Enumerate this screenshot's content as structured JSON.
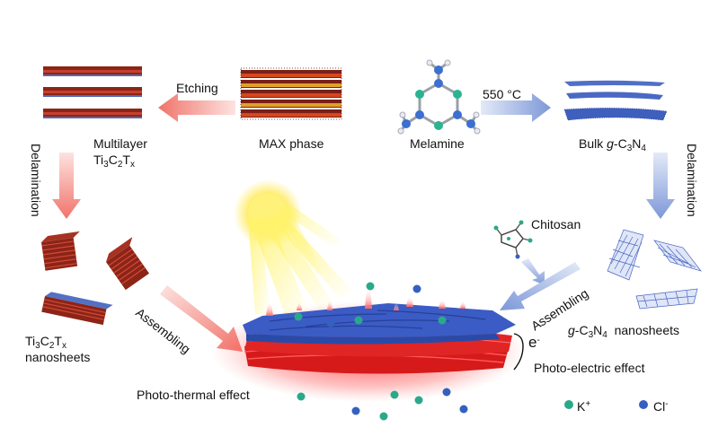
{
  "labels": {
    "etching": "Etching",
    "max_phase": "MAX phase",
    "melamine": "Melamine",
    "temperature": "550 °C",
    "bulk_prefix": "Bulk ",
    "bulk_g": "g",
    "bulk_rest": "-C",
    "bulk_sub1": "3",
    "bulk_n": "N",
    "bulk_sub2": "4",
    "multilayer": "Multilayer",
    "ti": "Ti",
    "ti_sub1": "3",
    "c": "C",
    "c_sub": "2",
    "t": "T",
    "t_sub": "x",
    "delamination_left": "Delamination",
    "delamination_right": "Delamination",
    "chitosan": "Chitosan",
    "assembling_left": "Assembling",
    "assembling_right": "Assembling",
    "nanosheets_left": "nanosheets",
    "gc3n4_g": "g",
    "gc3n4_rest": "-C",
    "gc3n4_sub1": "3",
    "gc3n4_n": "N",
    "gc3n4_sub2": "4",
    "nanosheets_right": "nanosheets",
    "electron": "e",
    "electron_sup": "-",
    "photo_electric": "Photo-electric effect",
    "photo_thermal": "Photo-thermal effect",
    "k_ion": "K",
    "k_sup": "+",
    "cl_ion": "Cl",
    "cl_sup": "-"
  },
  "colors": {
    "mxene_red": "#b3261e",
    "etch_arrow": "#f4a09a",
    "gcn_blue": "#3a5fc8",
    "blue_arrow": "#a9bde6",
    "k_ion": "#2aa98a",
    "cl_ion": "#2f5fbf",
    "glow": "#ff4a4a"
  }
}
